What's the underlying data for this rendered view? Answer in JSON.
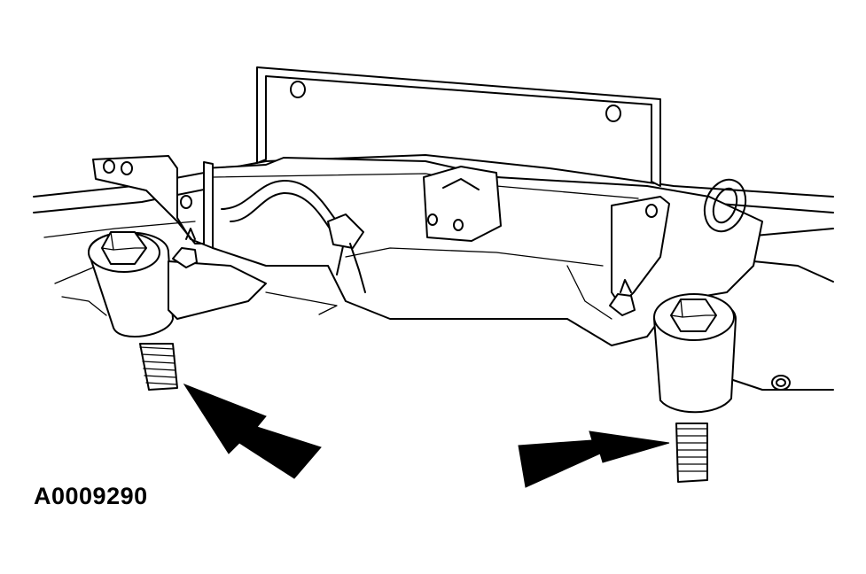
{
  "figure": {
    "id_label": "A0009290"
  },
  "colors": {
    "line": "#000000",
    "background": "#ffffff"
  },
  "callouts": [
    {
      "name": "arrow-left-stud",
      "points_to": "left-mount-stud"
    },
    {
      "name": "arrow-right-stud",
      "points_to": "right-mount-stud"
    }
  ]
}
